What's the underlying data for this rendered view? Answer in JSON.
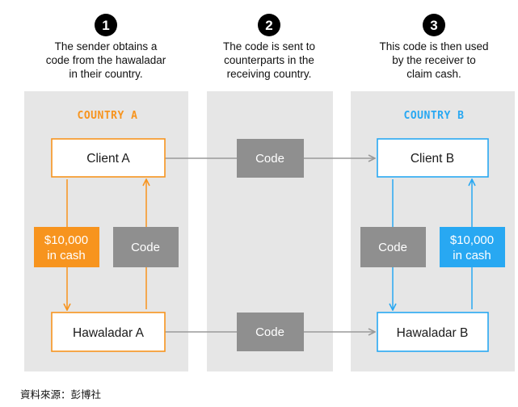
{
  "colors": {
    "orange": "#f7941e",
    "blue": "#28a8f2",
    "gray_chip": "#8f8f8f",
    "panel": "#e6e6e6",
    "arrow_gray": "#9a9a9a",
    "step_circle": "#000000"
  },
  "steps": [
    {
      "number": "1",
      "lines": [
        "The sender obtains a",
        "code from the hawaladar",
        "in their country."
      ]
    },
    {
      "number": "2",
      "lines": [
        "The code is sent to",
        "counterparts in the",
        "receiving country."
      ]
    },
    {
      "number": "3",
      "lines": [
        "This code is then used",
        "by the receiver to",
        "claim cash."
      ]
    }
  ],
  "countries": {
    "a": "COUNTRY A",
    "b": "COUNTRY B"
  },
  "nodes": {
    "client_a": "Client A",
    "hawaladar_a": "Hawaladar A",
    "client_b": "Client B",
    "hawaladar_b": "Hawaladar B"
  },
  "chips": {
    "code_top_middle": "Code",
    "code_bottom_middle": "Code",
    "code_a": "Code",
    "code_b": "Code",
    "cash_a": [
      "$10,000",
      "in cash"
    ],
    "cash_b": [
      "$10,000",
      "in cash"
    ]
  },
  "source": "資料來源：彭博社"
}
